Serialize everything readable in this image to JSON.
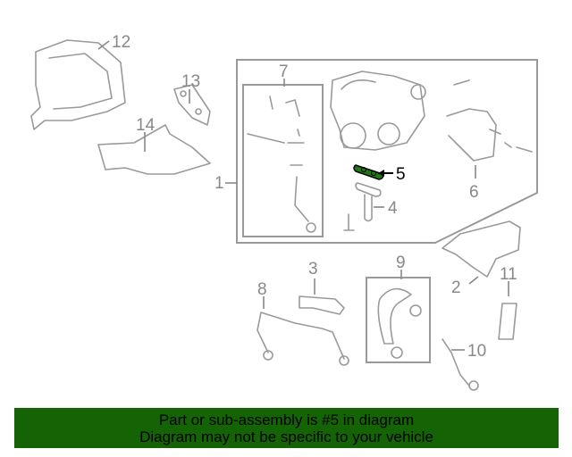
{
  "diagram": {
    "labels": {
      "p1": "1",
      "p2": "2",
      "p3": "3",
      "p4": "4",
      "p5": "5",
      "p6": "6",
      "p7": "7",
      "p8": "8",
      "p9": "9",
      "p10": "10",
      "p11": "11",
      "p12": "12",
      "p13": "13",
      "p14": "14"
    },
    "highlighted_part": "5",
    "highlight_color": "#1e7a10"
  },
  "banner": {
    "line1": "Part or sub-assembly is #5 in diagram",
    "line2": "Diagram may not be specific to your vehicle",
    "background": "#146406"
  }
}
